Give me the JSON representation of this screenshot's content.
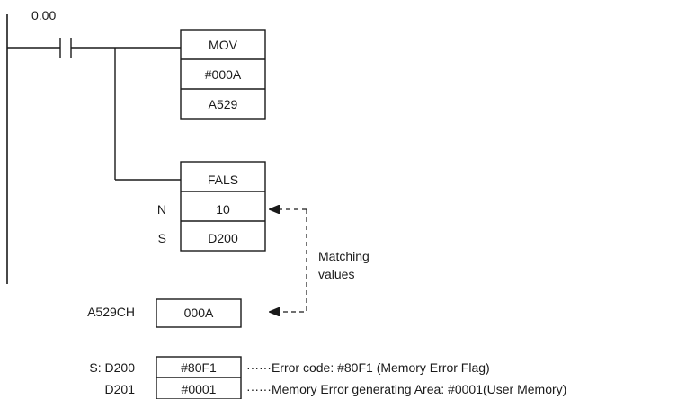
{
  "contact": {
    "address": "0.00"
  },
  "mov": {
    "mnemonic": "MOV",
    "source": "#000A",
    "destination": "A529"
  },
  "fals": {
    "mnemonic": "FALS",
    "n_label": "N",
    "n_value": "10",
    "s_label": "S",
    "s_value": "D200"
  },
  "matching_note": {
    "line1": "Matching",
    "line2": "values"
  },
  "a529ch": {
    "label": "A529CH",
    "value": "000A"
  },
  "memory": {
    "rows": [
      {
        "label": "S: D200",
        "value": "#80F1",
        "description": "······Error code: #80F1 (Memory Error Flag)"
      },
      {
        "label": "D201",
        "value": "#0001",
        "description": "······Memory Error generating Area: #0001(User Memory)"
      }
    ]
  },
  "colors": {
    "ink": "#1a1a1a",
    "background": "#ffffff"
  }
}
